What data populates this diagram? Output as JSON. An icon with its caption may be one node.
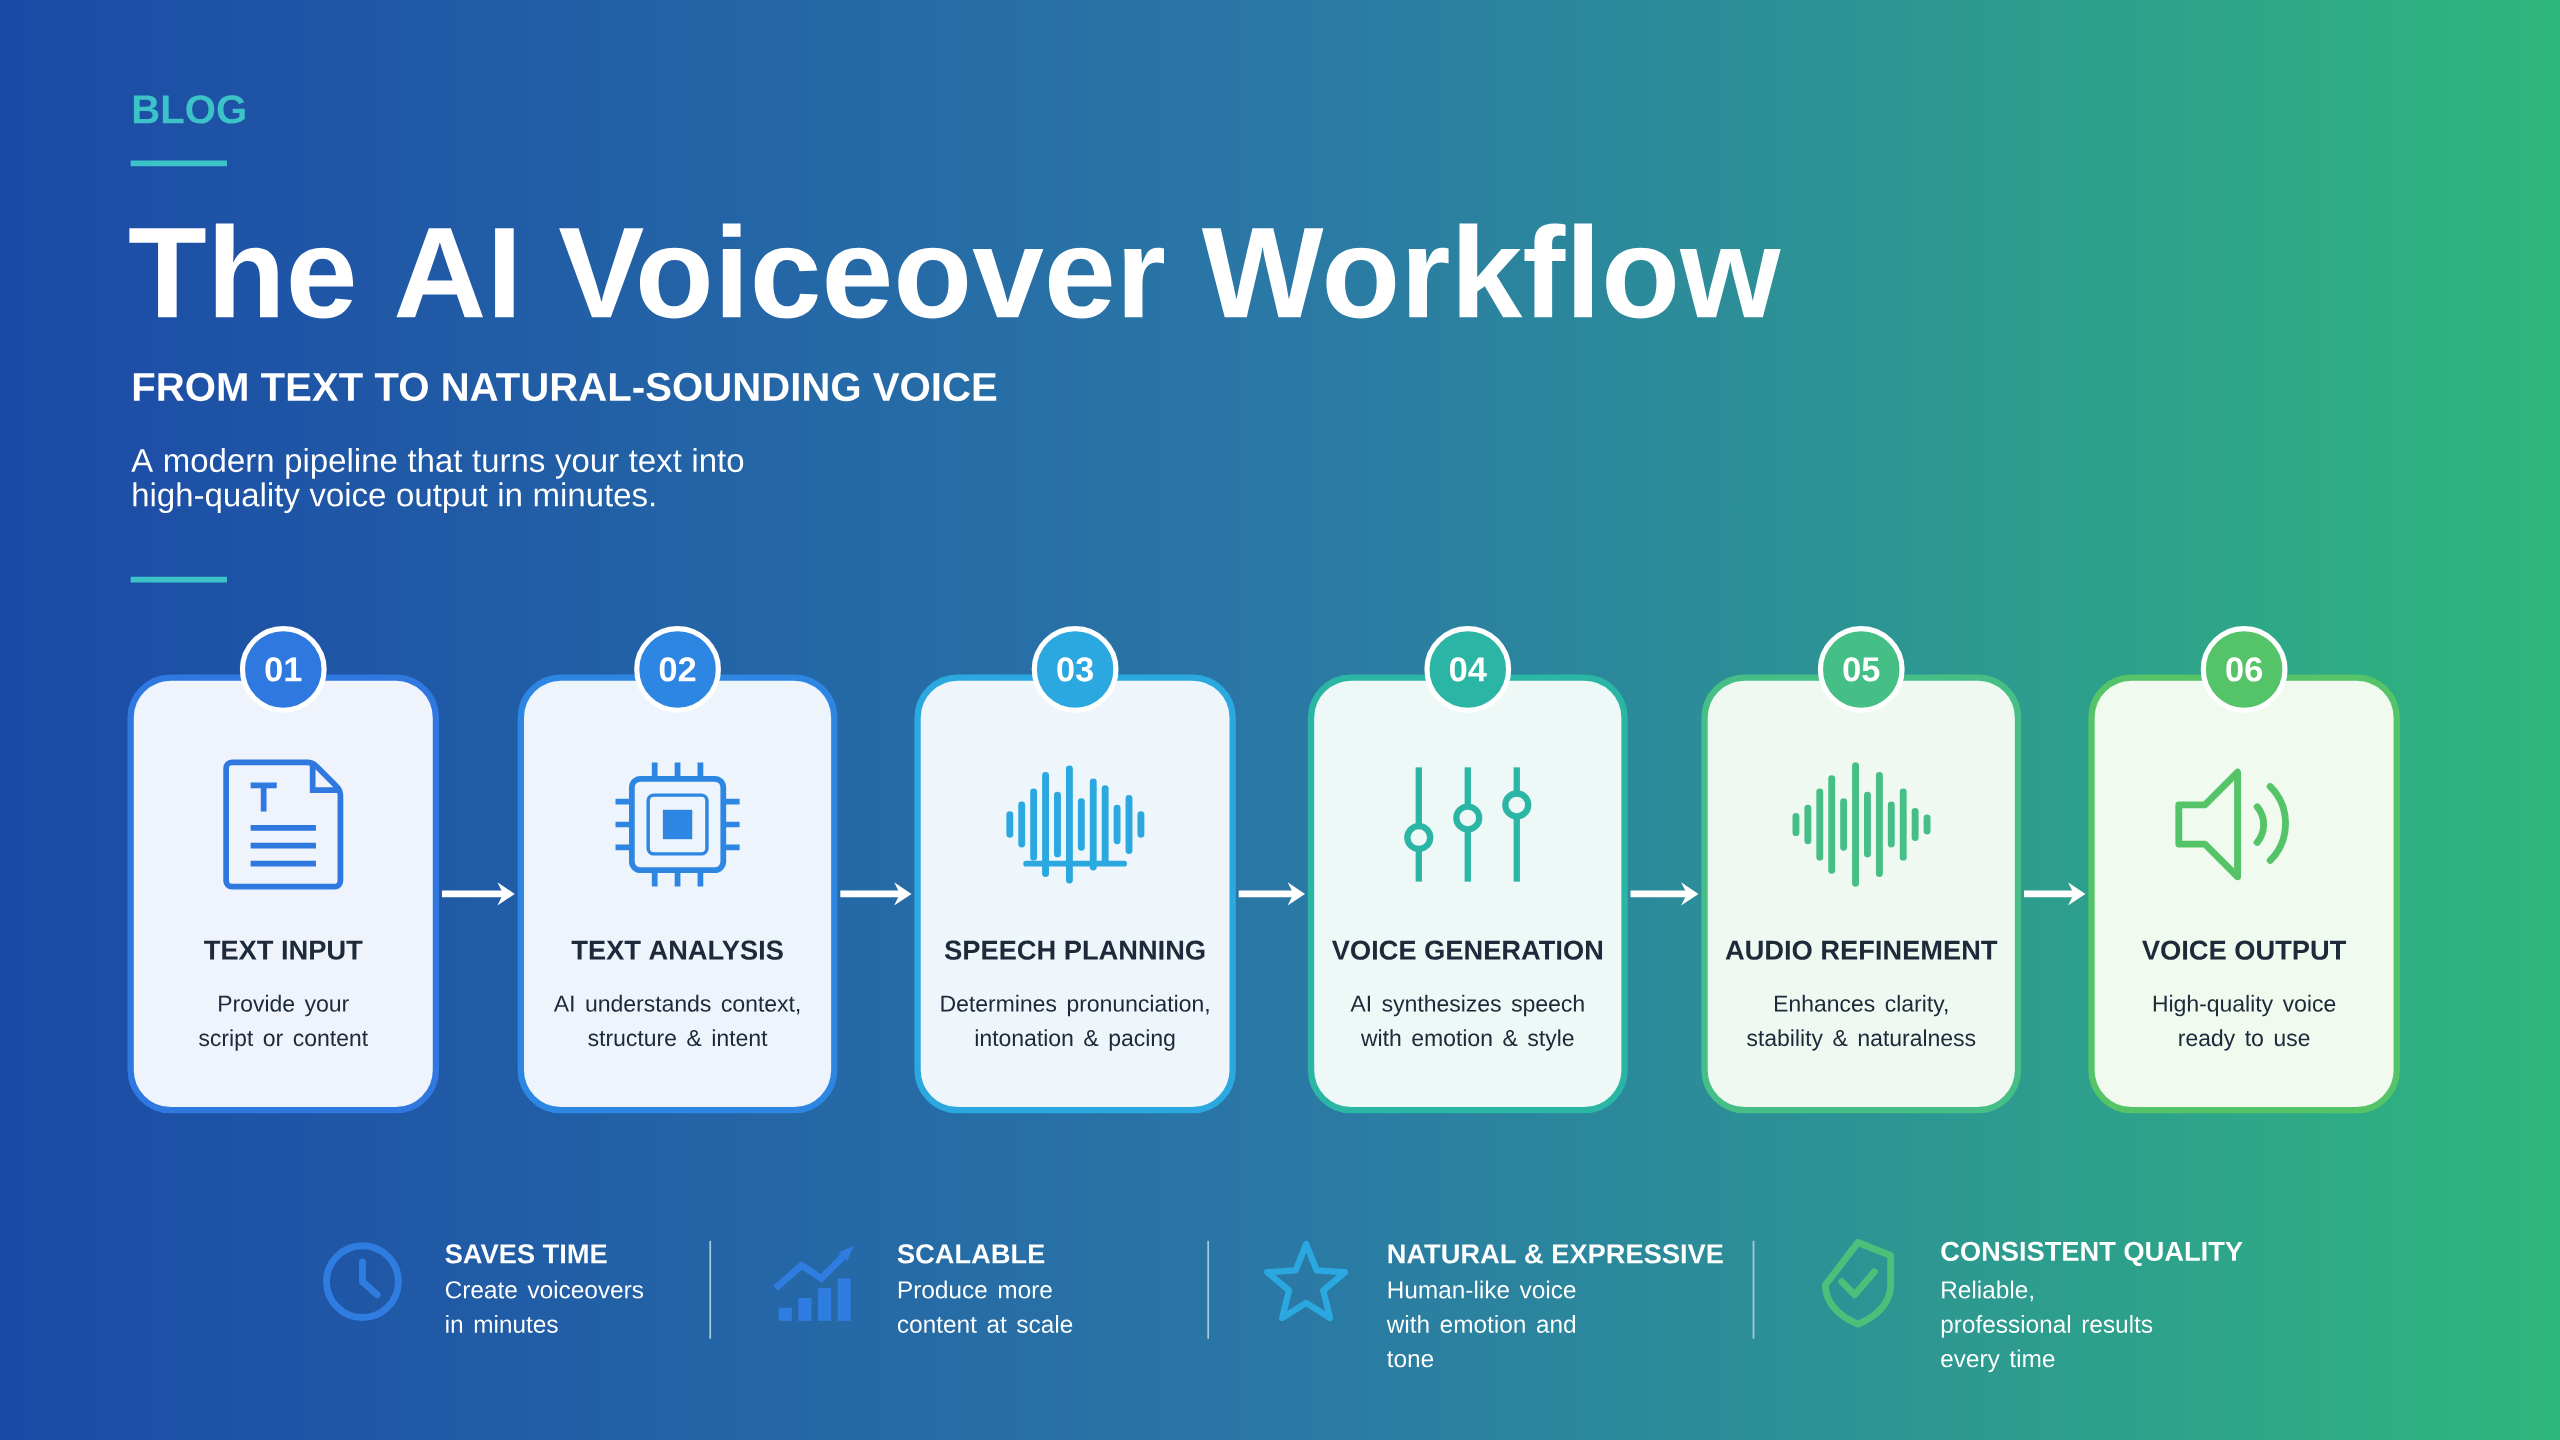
{
  "diagram": {
    "title": "The AI Voiceover Workflow",
    "nodes": [
      {
        "text": [
          "01",
          "TEXT INPUT",
          "Provide your script or content"
        ]
      },
      {
        "text": [
          "02",
          "TEXT ANALYSIS",
          "AI understands context, structure & intent"
        ]
      },
      {
        "text": [
          "03",
          "SPEECH PLANNING",
          "Determines pronunciation, intonation & pacing"
        ]
      },
      {
        "text": [
          "04",
          "VOICE GENERATION",
          "AI synthesizes speech with emotion & style"
        ]
      },
      {
        "text": [
          "05",
          "AUDIO REFINEMENT",
          "Enhances clarity, stability & naturalness"
        ]
      },
      {
        "text": [
          "06",
          "VOICE OUTPUT",
          "High-quality voice ready to use"
        ]
      }
    ],
    "edges": [
      {
        "from": 0,
        "to": 1,
        "arrow": "to"
      },
      {
        "from": 1,
        "to": 2,
        "arrow": "to"
      },
      {
        "from": 2,
        "to": 3,
        "arrow": "to"
      },
      {
        "from": 3,
        "to": 4,
        "arrow": "to"
      },
      {
        "from": 4,
        "to": 5,
        "arrow": "to"
      }
    ],
    "labels": [
      "BLOG",
      "FROM TEXT TO NATURAL-SOUNDING VOICE",
      "A modern pipeline that turns your text into high-quality voice output in minutes.",
      "SAVES TIME",
      "Create voiceovers in minutes",
      "SCALABLE",
      "Produce more content at scale",
      "NATURAL & EXPRESSIVE",
      "Human-like voice with emotion and tone",
      "CONSISTENT QUALITY",
      "Reliable, professional results every time"
    ]
  }
}
